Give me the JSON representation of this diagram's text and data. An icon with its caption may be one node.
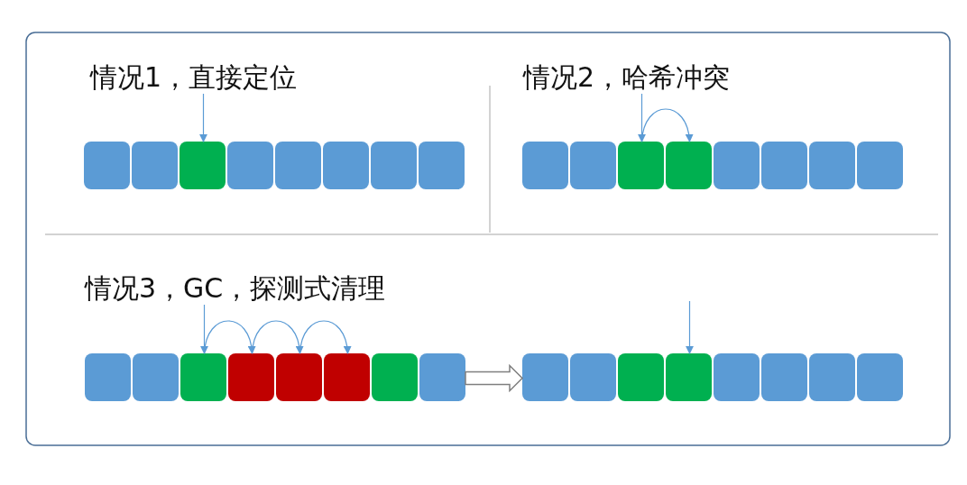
{
  "diagram": {
    "nodes": [
      {
        "text": [
          "情况1，直接定位"
        ]
      },
      {
        "text": [],
        "shape": "box"
      },
      {
        "text": [],
        "shape": "box"
      },
      {
        "text": [],
        "shape": "box"
      },
      {
        "text": [],
        "shape": "box"
      },
      {
        "text": [],
        "shape": "box"
      },
      {
        "text": [],
        "shape": "box"
      },
      {
        "text": [],
        "shape": "box"
      },
      {
        "text": [],
        "shape": "box"
      },
      {
        "text": [
          "情况2，哈希冲突"
        ]
      },
      {
        "text": [],
        "shape": "box"
      },
      {
        "text": [],
        "shape": "box"
      },
      {
        "text": [],
        "shape": "box"
      },
      {
        "text": [],
        "shape": "box"
      },
      {
        "text": [],
        "shape": "box"
      },
      {
        "text": [],
        "shape": "box"
      },
      {
        "text": [],
        "shape": "box"
      },
      {
        "text": [],
        "shape": "box"
      },
      {
        "text": [
          "情况3，GC，探测式清理"
        ]
      },
      {
        "text": [],
        "shape": "box"
      },
      {
        "text": [],
        "shape": "box"
      },
      {
        "text": [],
        "shape": "box"
      },
      {
        "text": [],
        "shape": "box"
      },
      {
        "text": [],
        "shape": "box"
      },
      {
        "text": [],
        "shape": "box"
      },
      {
        "text": [],
        "shape": "box"
      },
      {
        "text": [],
        "shape": "box"
      },
      {
        "text": [],
        "shape": "box"
      },
      {
        "text": [],
        "shape": "box"
      },
      {
        "text": [],
        "shape": "box"
      },
      {
        "text": [],
        "shape": "box"
      },
      {
        "text": [],
        "shape": "box"
      },
      {
        "text": [],
        "shape": "box"
      },
      {
        "text": [],
        "shape": "box"
      },
      {
        "text": [],
        "shape": "box"
      }
    ],
    "edges": [
      {
        "from": 0,
        "to": 3,
        "arrow": "to"
      },
      {
        "from": 9,
        "to": 12,
        "arrow": "to"
      },
      {
        "from": 12,
        "to": 13,
        "arrow": "to"
      },
      {
        "from": 18,
        "to": 21,
        "arrow": "to"
      },
      {
        "from": 21,
        "to": 22,
        "arrow": "to"
      },
      {
        "from": 22,
        "to": 23,
        "arrow": "to"
      },
      {
        "from": 23,
        "to": 24,
        "arrow": "to"
      },
      {
        "from": 26,
        "to": 27,
        "arrow": "to"
      },
      {
        "from": null,
        "to": 30,
        "arrow": "to"
      }
    ]
  }
}
